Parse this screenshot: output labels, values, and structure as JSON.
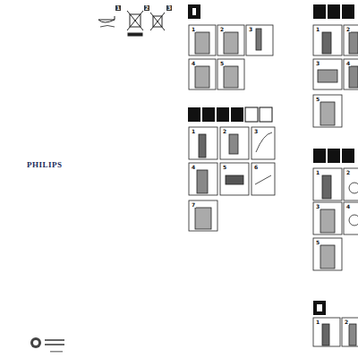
{
  "diagram": {
    "labels": [
      "PHILIPS",
      "1",
      "2",
      "3",
      "1",
      "2",
      "3",
      "4",
      "5",
      "1",
      "2",
      "3",
      "4",
      "5",
      "6",
      "7",
      "1",
      "2",
      "3",
      "4",
      "5",
      "1",
      "2",
      "3",
      "4",
      "5",
      "1",
      "2"
    ]
  }
}
